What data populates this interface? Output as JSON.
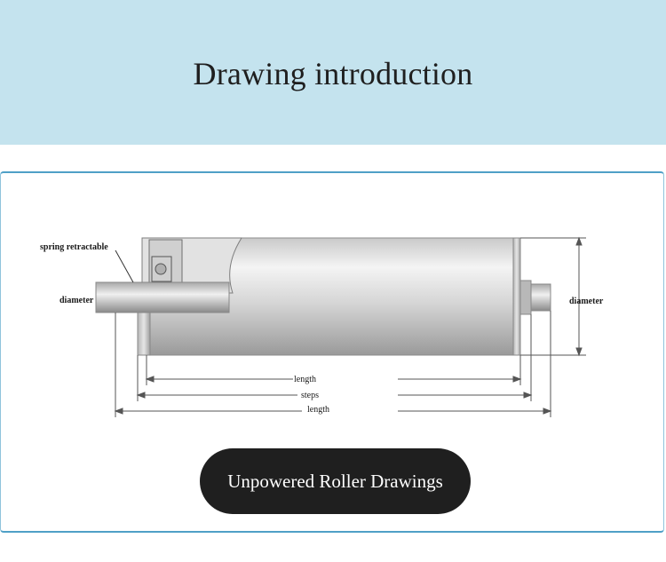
{
  "header": {
    "title": "Drawing introduction"
  },
  "diagram": {
    "labels": {
      "spring_retractable": "spring retractable",
      "diameter_left": "diameter",
      "diameter_right": "diameter",
      "length_inner": "length",
      "steps": "steps",
      "length_outer": "length"
    }
  },
  "cta": {
    "label": "Unpowered Roller Drawings"
  }
}
